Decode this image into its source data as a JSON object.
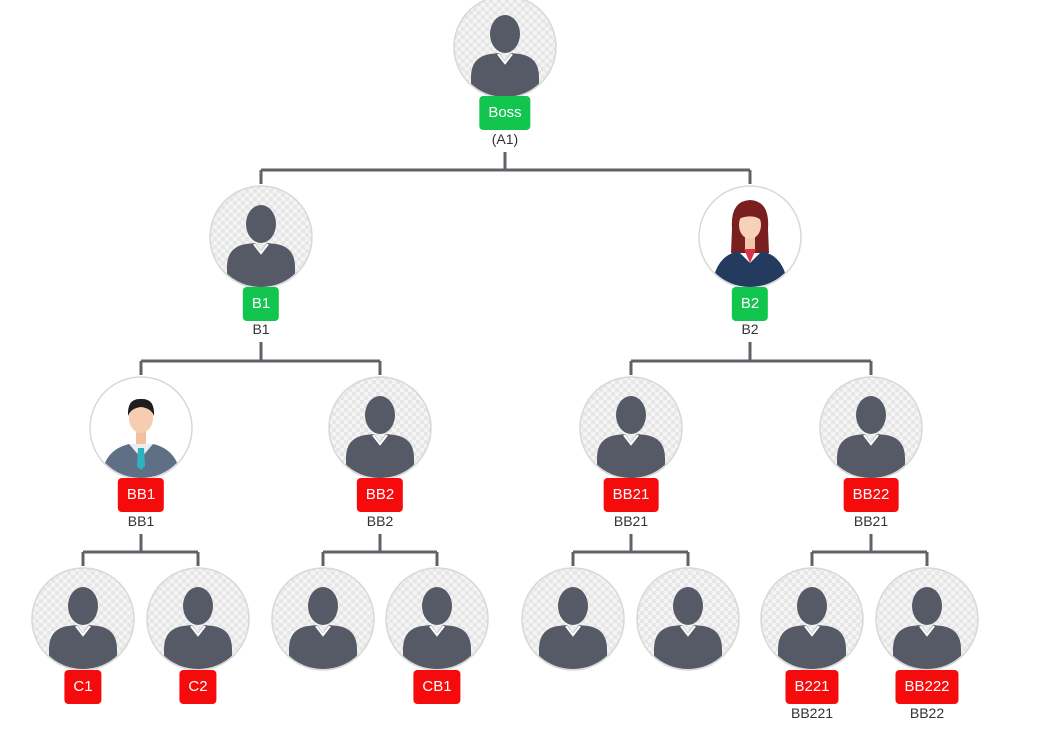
{
  "colors": {
    "green_label": "#12c54f",
    "red_label": "#f50b0b",
    "connector": "#5f6368",
    "avatar_silhouette": "#555a66"
  },
  "nodes": [
    {
      "id": "boss",
      "label": "Boss",
      "sublabel": "(A1)",
      "color": "green",
      "avatar": "generic-avatar-icon"
    },
    {
      "id": "b1",
      "label": "B1",
      "sublabel": "B1",
      "color": "green",
      "avatar": "generic-avatar-icon"
    },
    {
      "id": "b2",
      "label": "B2",
      "sublabel": "B2",
      "color": "green",
      "avatar": "woman-avatar-icon"
    },
    {
      "id": "bb1",
      "label": "BB1",
      "sublabel": "BB1",
      "color": "red",
      "avatar": "businessman-avatar-icon"
    },
    {
      "id": "bb2",
      "label": "BB2",
      "sublabel": "BB2",
      "color": "red",
      "avatar": "generic-avatar-icon"
    },
    {
      "id": "bb21",
      "label": "BB21",
      "sublabel": "BB21",
      "color": "red",
      "avatar": "generic-avatar-icon"
    },
    {
      "id": "bb22",
      "label": "BB22",
      "sublabel": "BB21",
      "color": "red",
      "avatar": "generic-avatar-icon"
    },
    {
      "id": "c1",
      "label": "C1",
      "sublabel": "",
      "color": "red",
      "avatar": "generic-avatar-icon"
    },
    {
      "id": "c2",
      "label": "C2",
      "sublabel": "",
      "color": "red",
      "avatar": "generic-avatar-icon"
    },
    {
      "id": "bb2a",
      "label": "",
      "sublabel": "",
      "color": "none",
      "avatar": "generic-avatar-icon"
    },
    {
      "id": "cb1",
      "label": "CB1",
      "sublabel": "",
      "color": "red",
      "avatar": "generic-avatar-icon"
    },
    {
      "id": "bb21a",
      "label": "",
      "sublabel": "",
      "color": "none",
      "avatar": "generic-avatar-icon"
    },
    {
      "id": "bb21b",
      "label": "",
      "sublabel": "",
      "color": "none",
      "avatar": "generic-avatar-icon"
    },
    {
      "id": "b221",
      "label": "B221",
      "sublabel": "BB221",
      "color": "red",
      "avatar": "generic-avatar-icon"
    },
    {
      "id": "bb222",
      "label": "BB222",
      "sublabel": "BB22",
      "color": "red",
      "avatar": "generic-avatar-icon"
    }
  ],
  "edges": [
    [
      "boss",
      "b1"
    ],
    [
      "boss",
      "b2"
    ],
    [
      "b1",
      "bb1"
    ],
    [
      "b1",
      "bb2"
    ],
    [
      "b2",
      "bb21"
    ],
    [
      "b2",
      "bb22"
    ],
    [
      "bb1",
      "c1"
    ],
    [
      "bb1",
      "c2"
    ],
    [
      "bb2",
      "bb2a"
    ],
    [
      "bb2",
      "cb1"
    ],
    [
      "bb21",
      "bb21a"
    ],
    [
      "bb21",
      "bb21b"
    ],
    [
      "bb22",
      "b221"
    ],
    [
      "bb22",
      "bb222"
    ]
  ]
}
